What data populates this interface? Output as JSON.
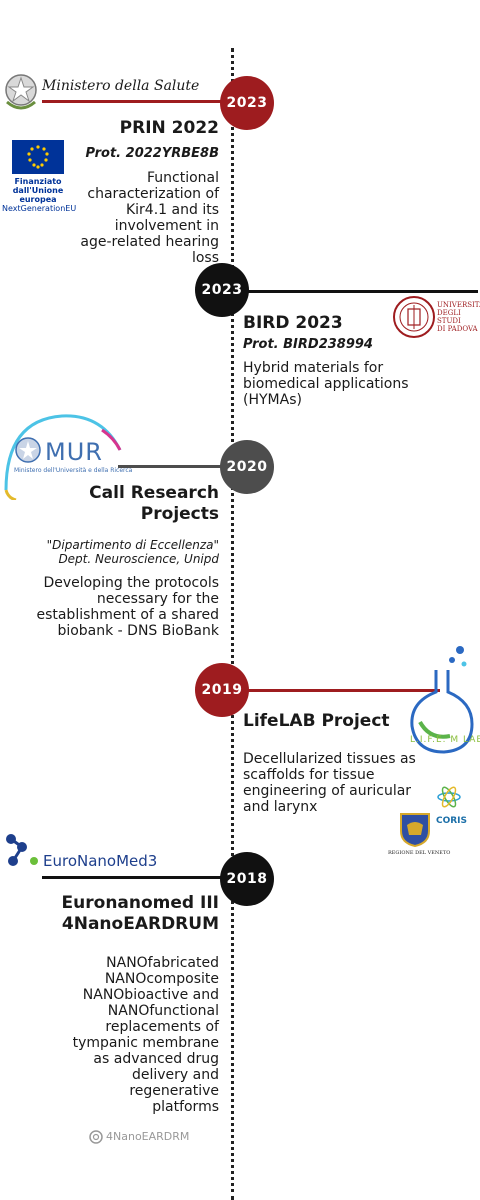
{
  "colors": {
    "red": "#9e1c1f",
    "black": "#111111",
    "gray": "#4d4d4d",
    "eu_blue": "#003399",
    "eu_gold": "#ffcc00",
    "mur_blue": "#3f6fb0"
  },
  "entries": [
    {
      "year": "2023",
      "org_label": "Ministero della Salute",
      "title": "PRIN 2022",
      "protocol": "Prot. 2022YRBE8B",
      "eu_caption": [
        "Finanziato",
        "dall'Unione europea",
        "NextGenerationEU"
      ],
      "description": "Functional characterization of Kir4.1 and its involvement in age-related hearing loss"
    },
    {
      "year": "2023",
      "org_label": [
        "UNIVERSITÀ",
        "DEGLI STUDI",
        "DI PADOVA"
      ],
      "title": "BIRD 2023",
      "protocol": "Prot. BIRD238994",
      "description": "Hybrid materials for biomedical applications (HYMAs)"
    },
    {
      "year": "2020",
      "org_label": "MUR",
      "org_sub": "Ministero dell'Università e della Ricerca",
      "title": "Call Research Projects",
      "quote": "\"Dipartimento di Eccellenza\" Dept. Neuroscience, Unipd",
      "description": "Developing the protocols necessary for the establishment of a shared biobank - DNS BioBank"
    },
    {
      "year": "2019",
      "title": "LifeLAB Project",
      "logo_text": "L.I.F.E. M LAB",
      "description": "Decellularized tissues as scaffolds for tissue engineering of auricular and larynx",
      "coris": "CORIS",
      "veneto": "REGIONE DEL VENETO"
    },
    {
      "year": "2018",
      "org_label": "EuroNanoMed3",
      "title": "Euronanomed III 4NanoEARDRUM",
      "description": "NANOfabricated NANOcomposite NANObioactive and NANOfunctional replacements of tympanic membrane as advanced drug delivery and regenerative platforms",
      "footer_logo": "4NanoEARDRM"
    }
  ]
}
